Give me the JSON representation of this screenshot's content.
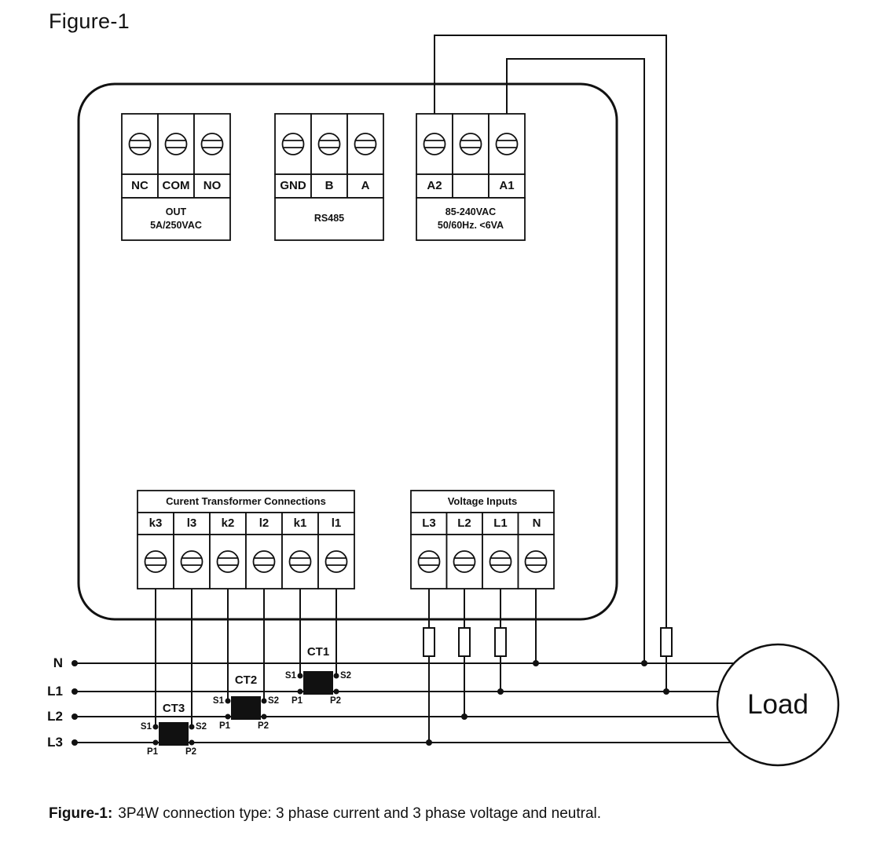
{
  "title": "Figure-1",
  "device": {
    "top_blocks": [
      {
        "terminals": [
          "NC",
          "COM",
          "NO"
        ],
        "description": "OUT\n5A/250VAC"
      },
      {
        "terminals": [
          "GND",
          "B",
          "A"
        ],
        "description": "RS485"
      },
      {
        "terminals": [
          "A2",
          "",
          "A1"
        ],
        "description": "85-240VAC\n50/60Hz. <6VA"
      }
    ],
    "ct_block": {
      "header": "Curent Transformer Connections",
      "terminals": [
        "k3",
        "l3",
        "k2",
        "l2",
        "k1",
        "l1"
      ]
    },
    "voltage_block": {
      "header": "Voltage Inputs",
      "terminals": [
        "L3",
        "L2",
        "L1",
        "N"
      ]
    }
  },
  "supply_lines": [
    {
      "label": "N"
    },
    {
      "label": "L1"
    },
    {
      "label": "L2"
    },
    {
      "label": "L3"
    }
  ],
  "cts": [
    {
      "name": "CT1",
      "s1": "S1",
      "s2": "S2",
      "p1": "P1",
      "p2": "P2"
    },
    {
      "name": "CT2",
      "s1": "S1",
      "s2": "S2",
      "p1": "P1",
      "p2": "P2"
    },
    {
      "name": "CT3",
      "s1": "S1",
      "s2": "S2",
      "p1": "P1",
      "p2": "P2"
    }
  ],
  "load": {
    "label": "Load"
  },
  "caption": {
    "label": "Figure-1:",
    "text": "3P4W connection type: 3 phase current and 3 phase voltage and neutral."
  },
  "colors": {
    "ink": "#111111",
    "background": "#ffffff"
  }
}
